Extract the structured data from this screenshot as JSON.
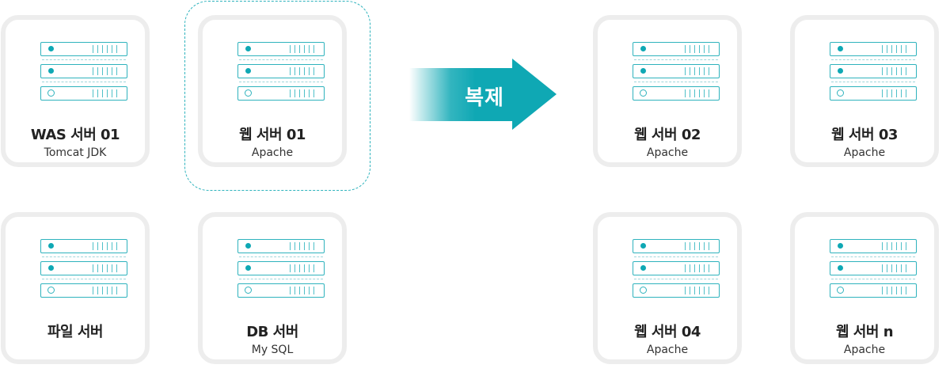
{
  "arrow": {
    "label": "복제"
  },
  "servers": [
    {
      "name": "WAS 서버 01",
      "sub": "Tomcat JDK"
    },
    {
      "name": "웹 서버 01",
      "sub": "Apache"
    },
    {
      "name": "파일 서버",
      "sub": ""
    },
    {
      "name": "DB 서버",
      "sub": "My SQL"
    },
    {
      "name": "웹 서버 02",
      "sub": "Apache"
    },
    {
      "name": "웹 서버 03",
      "sub": "Apache"
    },
    {
      "name": "웹 서버 04",
      "sub": "Apache"
    },
    {
      "name": "웹 서버 n",
      "sub": "Apache"
    }
  ],
  "colors": {
    "accent": "#0fa8b4",
    "card_border": "#ededed",
    "text": "#222222"
  }
}
